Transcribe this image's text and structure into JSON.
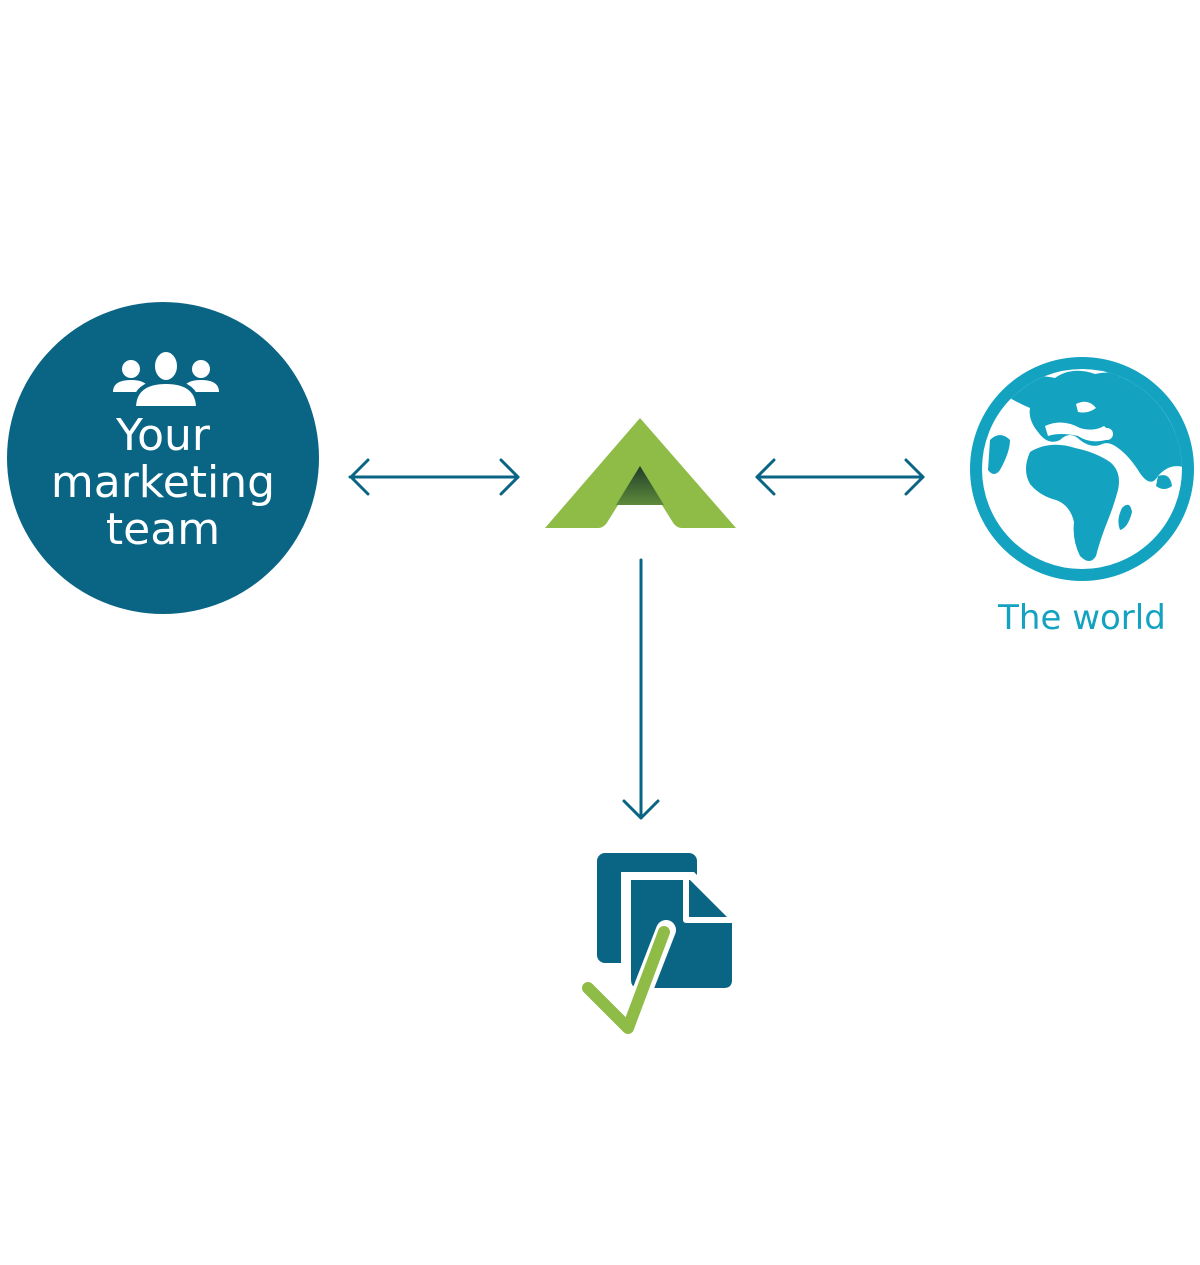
{
  "nodes": {
    "team": {
      "label_line1": "Your",
      "label_line2": "marketing",
      "label_line3": "team",
      "icon": "people-group-icon",
      "color": "#0a6585"
    },
    "platform": {
      "icon": "logo-a-icon",
      "color": "#8fbb47"
    },
    "world": {
      "label": "The world",
      "icon": "globe-icon",
      "color": "#13a3c1"
    },
    "output": {
      "icon": "approved-documents-icon",
      "color": "#0a6585",
      "check_color": "#8fbb47"
    }
  },
  "connectors": [
    {
      "from": "team",
      "to": "platform",
      "direction": "bidirectional"
    },
    {
      "from": "platform",
      "to": "world",
      "direction": "bidirectional"
    },
    {
      "from": "platform",
      "to": "output",
      "direction": "forward"
    }
  ]
}
